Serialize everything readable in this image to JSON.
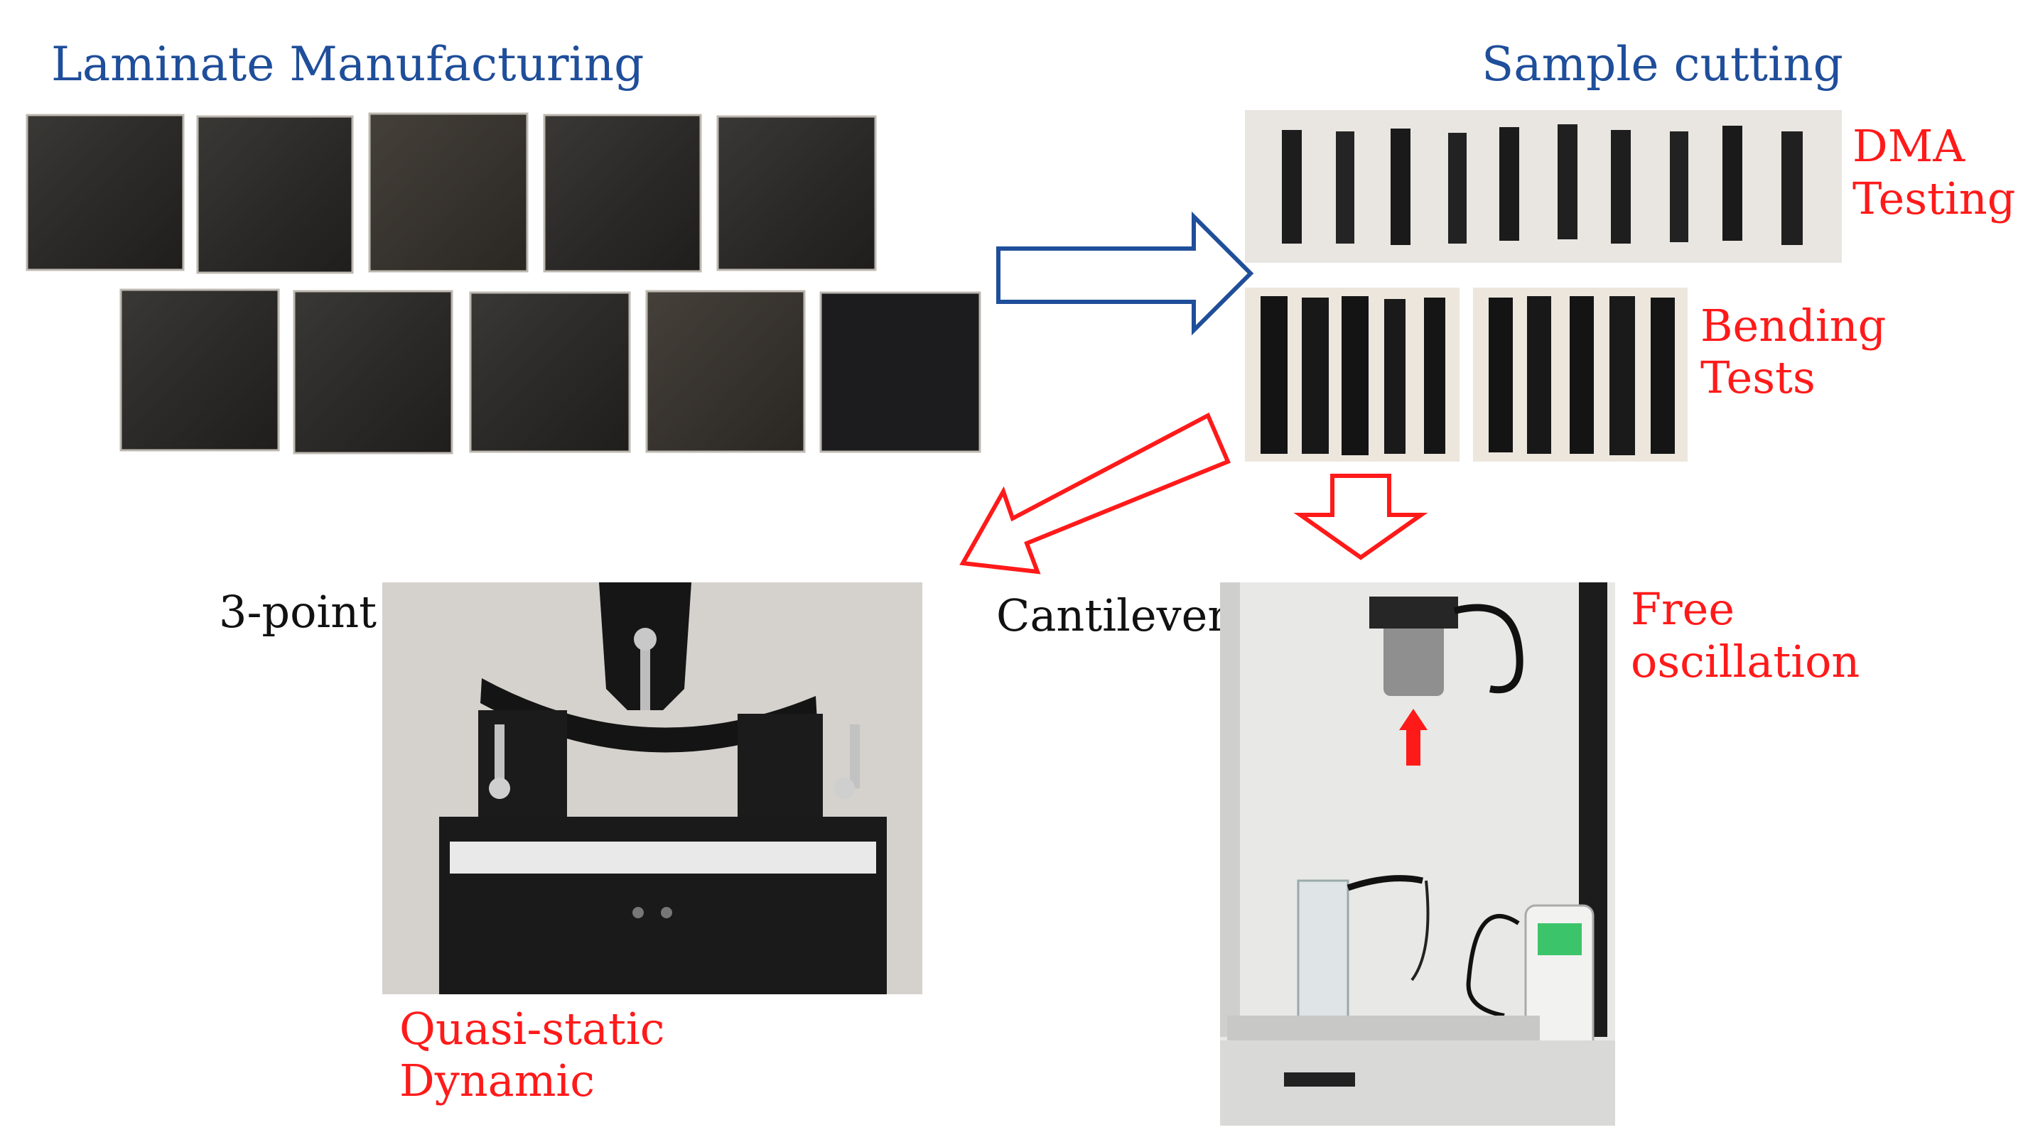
{
  "labels": {
    "laminate": "Laminate Manufacturing",
    "sample_cutting": "Sample cutting",
    "dma_line1": "DMA",
    "dma_line2": "Testing",
    "bending_line1": "Bending",
    "bending_line2": "Tests",
    "three_point": "3-point",
    "cantilever": "Cantilever",
    "free_line1": "Free",
    "free_line2": "oscillation",
    "quasi_line1": "Quasi-static",
    "quasi_line2": "Dynamic"
  },
  "colors": {
    "blue_text": "#1f4e9a",
    "red_text": "#ff1a1a",
    "arrow_blue": "#1f4e9a",
    "arrow_red": "#ff1a1a"
  }
}
